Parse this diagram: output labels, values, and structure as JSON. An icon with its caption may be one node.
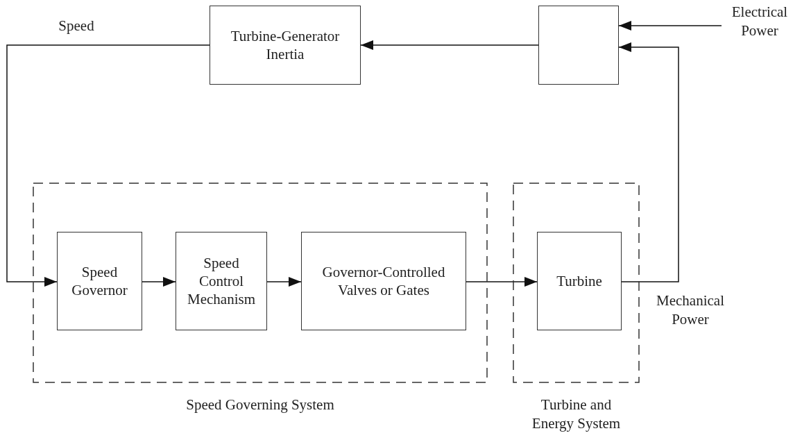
{
  "diagram": {
    "nodes": [
      {
        "text": [
          "Turbine-Generator Inertia"
        ]
      },
      {
        "text": [],
        "shape": "box"
      },
      {
        "text": [
          "Speed Governing System"
        ]
      },
      {
        "text": [
          "Speed Governor"
        ],
        "in": 2
      },
      {
        "text": [
          "Speed Control Mechanism"
        ],
        "in": 2
      },
      {
        "text": [
          "Governor-Controlled Valves or Gates"
        ],
        "in": 2
      },
      {
        "text": [
          "Turbine and Energy System"
        ]
      },
      {
        "text": [
          "Turbine"
        ],
        "in": 6
      },
      {
        "text": [
          "Electrical Power"
        ]
      }
    ],
    "edges": [
      {
        "from": 1,
        "to": 0,
        "arrow": "to"
      },
      {
        "from": 8,
        "to": 1,
        "arrow": "to"
      },
      {
        "from": 7,
        "to": 1,
        "arrow": "to",
        "label": "Mechanical Power"
      },
      {
        "from": 0,
        "to": 3,
        "arrow": "to",
        "label": "Speed"
      },
      {
        "from": 3,
        "to": 4,
        "arrow": "to"
      },
      {
        "from": 4,
        "to": 5,
        "arrow": "to"
      },
      {
        "from": 5,
        "to": 7,
        "arrow": "to"
      }
    ]
  }
}
